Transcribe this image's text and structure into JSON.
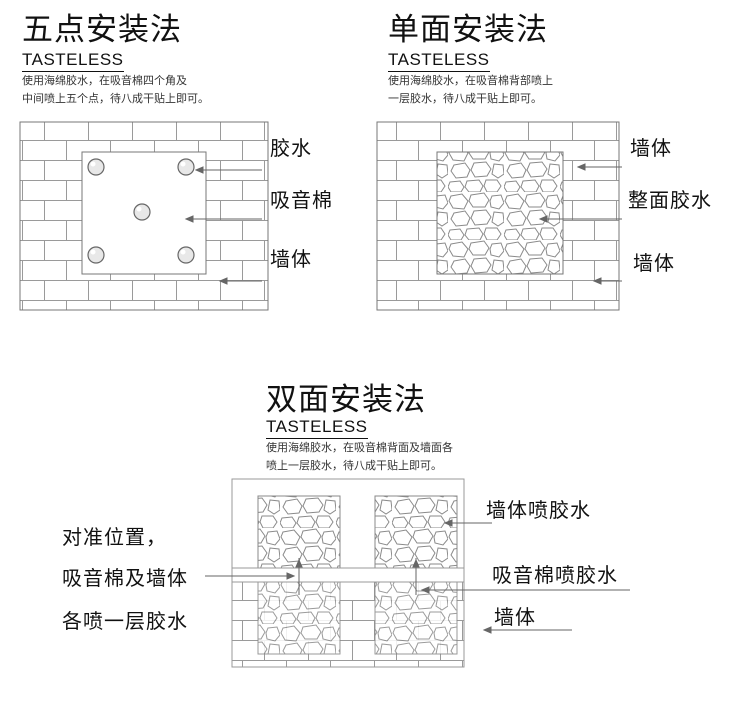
{
  "panels": [
    {
      "title": "五点安装法",
      "subtitle": "TASTELESS",
      "desc": [
        "使用海绵胶水，在吸音棉四个角及",
        "中间喷上五个点，待八成干贴上即可。"
      ],
      "labels": [
        "胶水",
        "吸音棉",
        "墙体"
      ]
    },
    {
      "title": "单面安装法",
      "subtitle": "TASTELESS",
      "desc": [
        "使用海绵胶水，在吸音棉背部喷上",
        "一层胶水，待八成干贴上即可。"
      ],
      "labels": [
        "墙体",
        "整面胶水",
        "墙体"
      ]
    },
    {
      "title": "双面安装法",
      "subtitle": "TASTELESS",
      "desc": [
        "使用海绵胶水，在吸音棉背面及墙面各",
        "喷上一层胶水，待八成干贴上即可。"
      ],
      "labels_right": [
        "墙体喷胶水",
        "吸音棉喷胶水",
        "墙体"
      ],
      "labels_left": [
        "对准位置，",
        "吸音棉及墙体",
        "各喷一层胶水"
      ]
    }
  ]
}
